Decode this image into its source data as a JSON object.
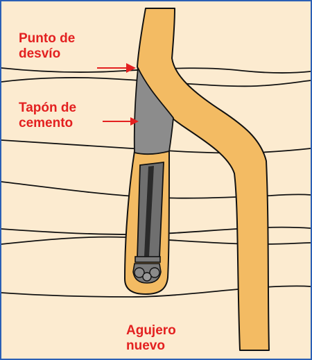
{
  "labels": {
    "kickoff_point": [
      "Punto de",
      "desvío"
    ],
    "cement_plug": [
      "Tapón de",
      "cemento"
    ],
    "new_hole": [
      "Agujero",
      "nuevo"
    ]
  },
  "colors": {
    "formation_background": "#fcebd0",
    "formation_boundary": "#111111",
    "borehole_fill": "#f3bb63",
    "borehole_outline": "#111111",
    "cement_plug": "#8c8c8c",
    "drill_string": "#6f6f6f",
    "label_text": "#e32020",
    "arrow": "#e32020",
    "frame": "#2b5fb5"
  }
}
